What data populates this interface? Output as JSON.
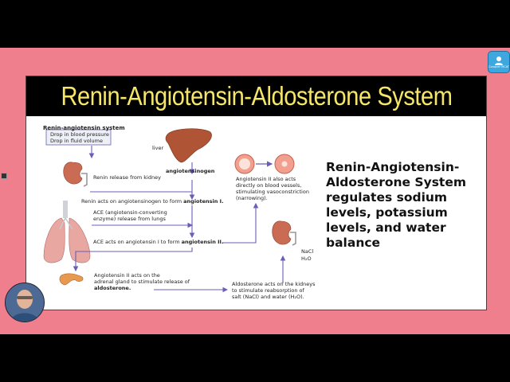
{
  "slide": {
    "title": "Renin-Angiotensin-Aldosterone System",
    "side_text": "Renin-Angiotensin-Aldosterone System regulates sodium levels, potassium levels, and water balance"
  },
  "diagram": {
    "heading": "Renin-angiotensin system",
    "trigger_line1": "Drop in blood pressure",
    "trigger_line2": "Drop in fluid volume",
    "liver": "liver",
    "angiotensinogen": "angiotensinogen",
    "renin_release": "Renin release from kidney",
    "renin_acts_prefix": "Renin acts on angiotensinogen to form ",
    "renin_acts_bold": "angiotensin I.",
    "ace_line1": "ACE (angiotensin-converting",
    "ace_line2": "enzyme) release from lungs",
    "ace_acts_prefix": "ACE acts on angiotensin I to form ",
    "ace_acts_bold": "angiotensin II.",
    "ang2_vessels_line1": "Angiotensin II also acts",
    "ang2_vessels_line2": "directly on blood vessels,",
    "ang2_vessels_line3": "stimulating vasoconstriction",
    "ang2_vessels_line4": "(narrowing).",
    "adrenal_line1": "Angiotensin II acts on the",
    "adrenal_line2": "adrenal gland to stimulate release of",
    "adrenal_bold": "aldosterone.",
    "aldo_line1": "Aldosterone acts on the kidneys",
    "aldo_line2": "to stimulate reabsorption of",
    "aldo_line3": "salt (NaCl) and water (H₂O).",
    "nacl": "NaCl",
    "h2o": "H₂O"
  },
  "logo": {
    "text": "Conquer MCAT"
  },
  "colors": {
    "background": "#f07f8e",
    "title_bg": "#000000",
    "title_text": "#f5e66a",
    "arrow": "#6a5fb8"
  }
}
